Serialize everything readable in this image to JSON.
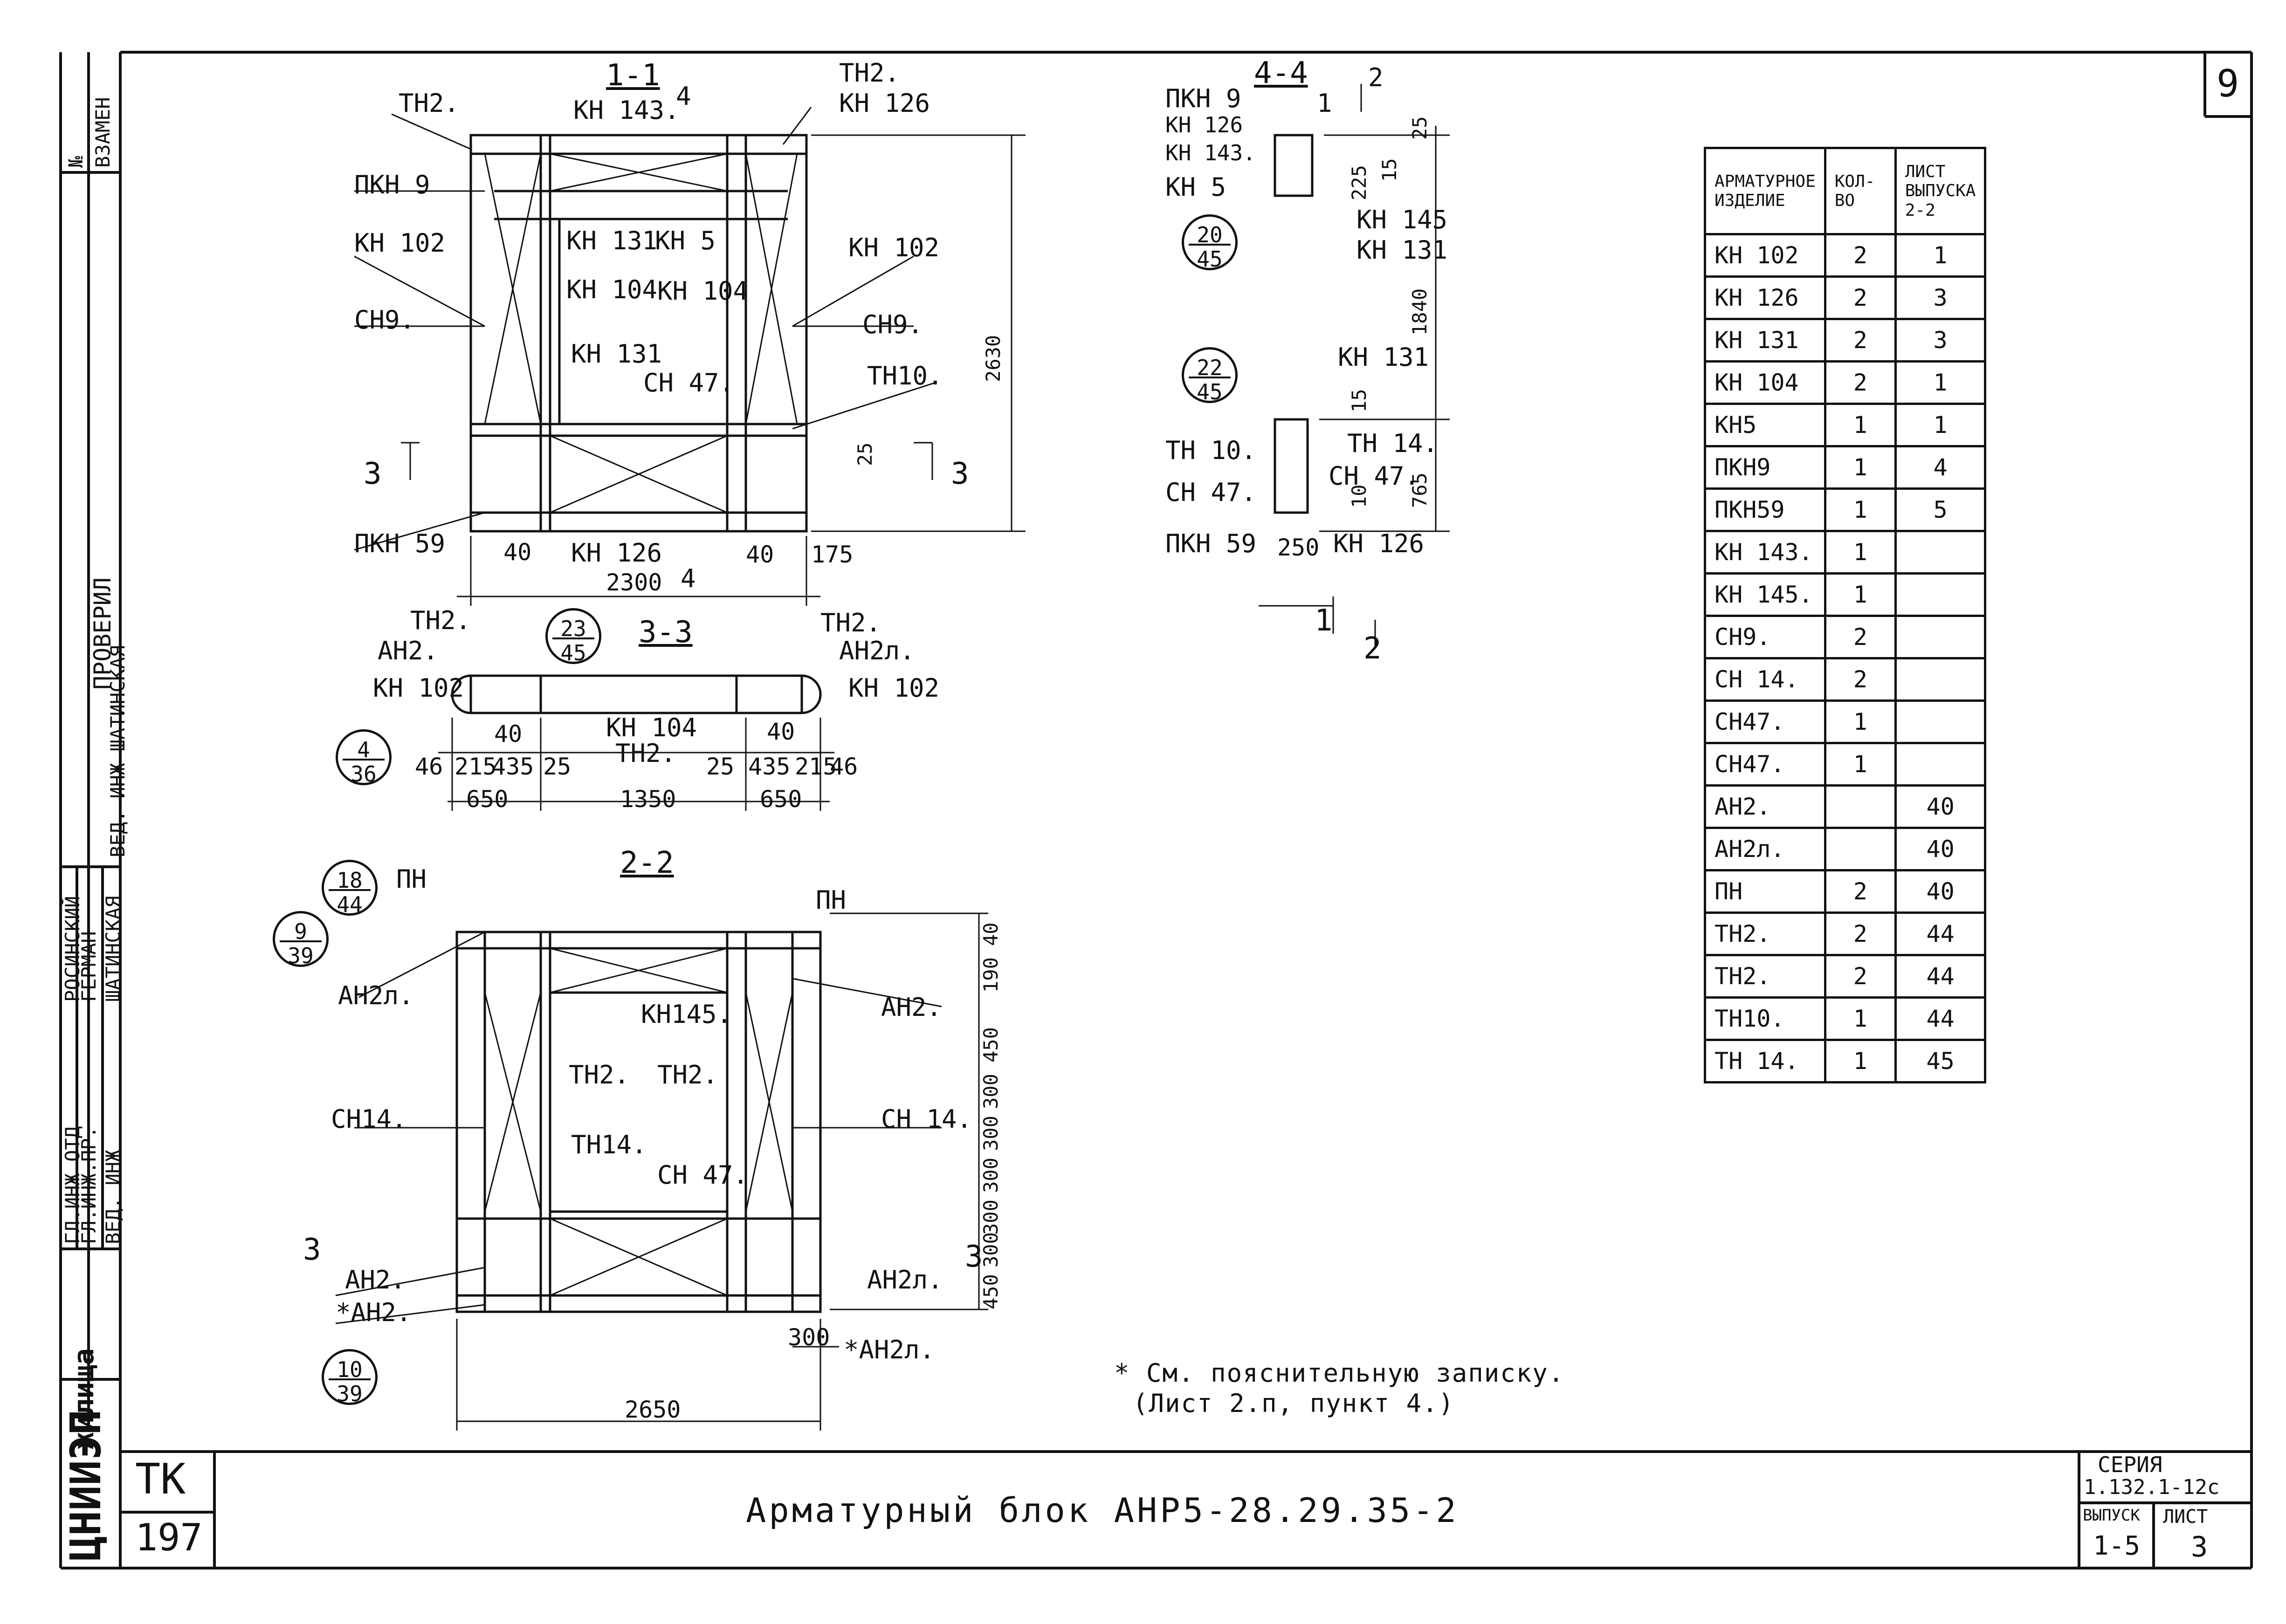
{
  "sheet_corner_number": "9",
  "title_block": {
    "tk": "ТК",
    "tk_number": "197",
    "title": "Арматурный блок АНР5-28.29.35-2",
    "seria_label": "СЕРИЯ",
    "seria_value": "1.132.1-12с",
    "vypusk_label": "ВЫПУСК",
    "vypusk_value": "1-5",
    "list_label": "ЛИСТ",
    "list_value": "3"
  },
  "left_strip": {
    "vzamen": "ВЗАМЕН",
    "num": "№",
    "org_tsniiep": "ЦНИИЭП",
    "org_zhilishcha": "жилища",
    "gl_inzh_otd": "ГЛ.ИНЖ ОТД",
    "gl_inzh_pr": "ГЛ.ИНЖ.ПР.",
    "ved_inzh": "ВЕД. ИНЖ",
    "rosinskin": "РОСИНСКИЙ",
    "german": "ГЕРМАН",
    "shatinskaya": "ШАТИНСКАЯ",
    "proveril": "ПРОВЕРИЛ",
    "ved_inzh2": "ВЕД. ИНЖ",
    "shatinskaya2": "ШАТИНСКАЯ"
  },
  "spec_table": {
    "headers": [
      "АРМАТУРНОЕ ИЗДЕЛИЕ",
      "КОЛ-ВО",
      "ЛИСТ ВЫПУСКА 2-2"
    ],
    "rows": [
      [
        "КН 102",
        "2",
        "1"
      ],
      [
        "КН 126",
        "2",
        "3"
      ],
      [
        "КН 131",
        "2",
        "3"
      ],
      [
        "КН 104",
        "2",
        "1"
      ],
      [
        "КН5",
        "1",
        "1"
      ],
      [
        "ПКН9",
        "1",
        "4"
      ],
      [
        "ПКН59",
        "1",
        "5"
      ],
      [
        "КН 143.",
        "1",
        ""
      ],
      [
        "КН 145.",
        "1",
        ""
      ],
      [
        "СН9.",
        "2",
        ""
      ],
      [
        "СН 14.",
        "2",
        ""
      ],
      [
        "СН47.",
        "1",
        ""
      ],
      [
        "СН47.",
        "1",
        ""
      ],
      [
        "АН2.",
        "",
        "40"
      ],
      [
        "АН2л.",
        "",
        "40"
      ],
      [
        "ПН",
        "2",
        "40"
      ],
      [
        "ТН2.",
        "2",
        "44"
      ],
      [
        "ТН2.",
        "2",
        "44"
      ],
      [
        "ТН10.",
        "1",
        "44"
      ],
      [
        "ТН 14.",
        "1",
        "45"
      ]
    ]
  },
  "note": {
    "line1": "* См. пояснительную записку.",
    "line2": "(Лист 2.п, пункт 4.)"
  },
  "section_1_1": {
    "title": "1-1",
    "labels": {
      "tn2_left": "ТН2.",
      "kn143": "КН 143.",
      "sec4": "4",
      "tn2_right": "ТН2.",
      "kn126_top": "КН 126",
      "pkn9": "ПКН 9",
      "kn102_left": "КН 102",
      "kn102_right": "КН 102",
      "sn9_left": "СН9.",
      "sn9_right": "СН9.",
      "kn131_a": "КН 131",
      "kn5": "КН 5",
      "kn104_a": "КН 104",
      "kn104_b": "КН 104",
      "kn131_b": "КН 131",
      "sn47": "СН 47.",
      "tn10": "ТН10.",
      "pkn59": "ПКН 59",
      "kn126_bot": "КН 126",
      "sec3_left": "3",
      "sec3_right": "3",
      "sec4_bot": "4"
    },
    "dims": {
      "h": "2630",
      "d25": "25",
      "d40a": "40",
      "d40b": "40",
      "d175": "175",
      "w": "2300"
    }
  },
  "section_4_4": {
    "title": "4-4",
    "labels": {
      "pkn9": "ПКН 9",
      "kn126": "КН 126",
      "kn143": "КН 143.",
      "kn5": "КН 5",
      "kn145": "КН 145",
      "kn131_top": "КН 131",
      "kn131_mid": "КН 131",
      "tn10": "ТН 10.",
      "tn14": "ТН 14.",
      "sn47_a": "СН 47.",
      "sn47_b": "СН 47.",
      "pkn59": "ПКН 59",
      "kn126_bot": "КН 126",
      "sec1_top": "1",
      "sec2_top": "2",
      "sec1_bot": "1",
      "sec2_bot": "2"
    },
    "dims": {
      "d25": "25",
      "d225": "225",
      "d15a": "15",
      "h1840": "1840",
      "d15b": "15",
      "d765": "765",
      "d10": "10",
      "d250": "250"
    },
    "circles": {
      "c1_top": "20",
      "c1_bot": "45",
      "c2_top": "22",
      "c2_bot": "45"
    }
  },
  "section_3_3": {
    "title": "3-3",
    "labels": {
      "tn2_a": "ТН2.",
      "an2": "АН2.",
      "kn102_left": "КН 102",
      "tn2_b": "ТН2.",
      "an2l": "АН2л.",
      "kn102_right": "КН 102",
      "kn104": "КН 104",
      "tn2_c": "ТН2."
    },
    "dims": {
      "d46a": "46",
      "d215a": "215",
      "d435a": "435",
      "d25a": "25",
      "d40a": "40",
      "d25b": "25",
      "d435b": "435",
      "d215b": "215",
      "d46b": "46",
      "d40b": "40",
      "w650a": "650",
      "w1350": "1350",
      "w650b": "650"
    },
    "circles": {
      "c1_top": "23",
      "c1_bot": "45",
      "c2_top": "4",
      "c2_bot": "36"
    }
  },
  "section_2_2": {
    "title": "2-2",
    "labels": {
      "pn_left": "ПН",
      "pn_right": "ПН",
      "an2l_left": "АН2л.",
      "kn145": "КН145.",
      "an2_right": "АН2.",
      "tn2_a": "ТН2.",
      "tn2_b": "ТН2.",
      "sn14_left": "СН14.",
      "sn14_right": "СН 14.",
      "tn14": "ТН14.",
      "sn47": "СН 47.",
      "sec3_left": "3",
      "sec3_right": "3",
      "an2_bl": "АН2.",
      "an2_star": "*АН2.",
      "an2l_br": "АН2л.",
      "an2l_star": "*АН2л."
    },
    "dims": {
      "d40": "40",
      "d190": "190",
      "d450a": "450",
      "d300a": "300",
      "d300b": "300",
      "d300c": "300",
      "d300d": "300",
      "d300e": "300",
      "d450b": "450",
      "d300h": "300",
      "w": "2650"
    },
    "circles": {
      "c1_top": "18",
      "c1_bot": "44",
      "c2_top": "9",
      "c2_bot": "39",
      "c3_top": "10",
      "c3_bot": "39"
    }
  }
}
